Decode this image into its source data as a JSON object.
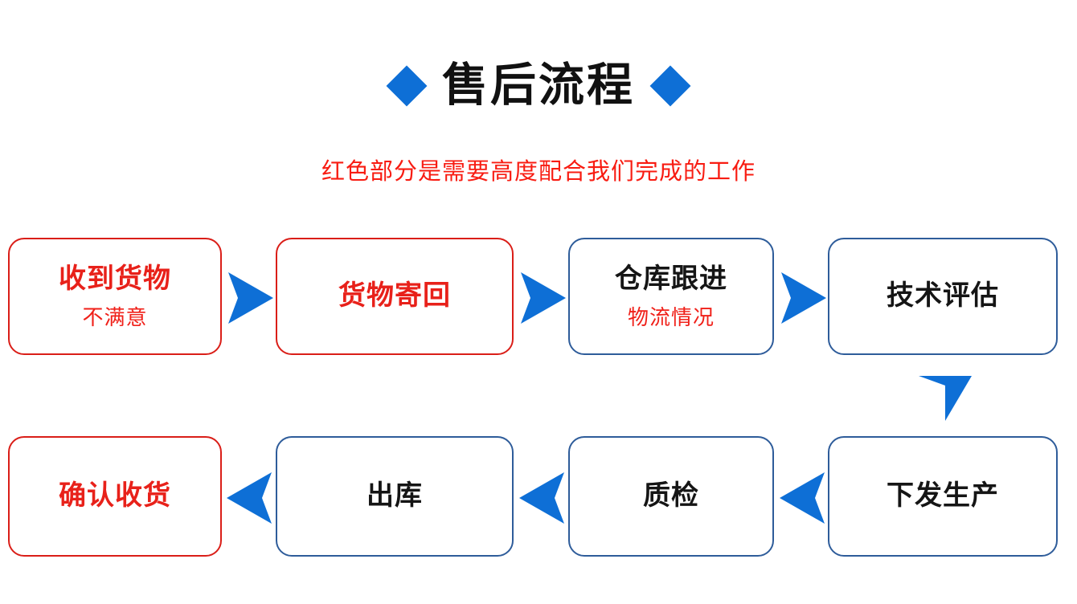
{
  "title": {
    "text": "售后流程",
    "left_diamond": "diamond-marker",
    "right_diamond": "diamond-marker",
    "color": "#111111",
    "accent_color": "#0E6FD6"
  },
  "subtitle": {
    "text": "红色部分是需要高度配合我们完成的工作",
    "color": "#F81C12"
  },
  "colors": {
    "arrow_blue": "#0E6FD6",
    "border_blue": "#2E5C9A",
    "border_red": "#DA1E18",
    "text_red": "#E8211A",
    "text_black": "#151515",
    "background": "#FFFFFF"
  },
  "flow": {
    "row1": [
      {
        "id": "step-1",
        "title": "收到货物",
        "sub": "不满意",
        "border": "red",
        "title_color": "red"
      },
      {
        "id": "step-2",
        "title": "货物寄回",
        "sub": "",
        "border": "red",
        "title_color": "red"
      },
      {
        "id": "step-3",
        "title": "仓库跟进",
        "sub": "物流情况",
        "border": "blue",
        "title_color": "black"
      },
      {
        "id": "step-4",
        "title": "技术评估",
        "sub": "",
        "border": "blue",
        "title_color": "black"
      }
    ],
    "row2": [
      {
        "id": "step-5",
        "title": "下发生产",
        "sub": "",
        "border": "blue",
        "title_color": "black"
      },
      {
        "id": "step-6",
        "title": "质检",
        "sub": "",
        "border": "blue",
        "title_color": "black"
      },
      {
        "id": "step-7",
        "title": "出库",
        "sub": "",
        "border": "blue",
        "title_color": "black"
      },
      {
        "id": "step-8",
        "title": "确认收货",
        "sub": "",
        "border": "red",
        "title_color": "red"
      }
    ],
    "arrows": [
      {
        "id": "arrow-1",
        "direction": "right",
        "from": "step-1",
        "to": "step-2"
      },
      {
        "id": "arrow-2",
        "direction": "right",
        "from": "step-2",
        "to": "step-3"
      },
      {
        "id": "arrow-3",
        "direction": "right",
        "from": "step-3",
        "to": "step-4"
      },
      {
        "id": "arrow-4",
        "direction": "down",
        "from": "step-4",
        "to": "step-5"
      },
      {
        "id": "arrow-5",
        "direction": "left",
        "from": "step-5",
        "to": "step-6"
      },
      {
        "id": "arrow-6",
        "direction": "left",
        "from": "step-6",
        "to": "step-7"
      },
      {
        "id": "arrow-7",
        "direction": "left",
        "from": "step-7",
        "to": "step-8"
      }
    ]
  }
}
